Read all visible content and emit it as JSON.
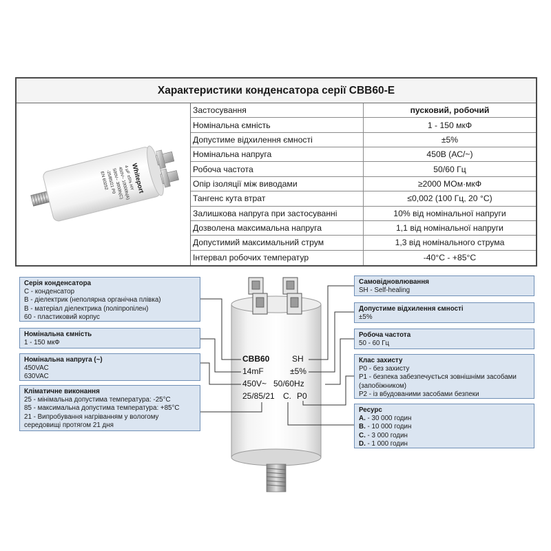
{
  "title": "Характеристики конденсатора серії CBB60-E",
  "photo": {
    "brand": "Whiteport",
    "printed_lines": [
      "4 μF ±5% HY",
      "450V~ 10000h(A)",
      "500V~ 3000h(C)",
      "-25/85/21 P0"
    ],
    "standard": "EN 60252"
  },
  "specs": [
    {
      "label": "Застосування",
      "value": "пусковий, робочий",
      "bold": true
    },
    {
      "label": "Номінальна ємність",
      "value": "1 - 150 мкФ"
    },
    {
      "label": "Допустиме відхилення ємності",
      "value": "±5%"
    },
    {
      "label": "Номінальна напруга",
      "value": "450В (АС/~)"
    },
    {
      "label": "Робоча частота",
      "value": "50/60 Гц"
    },
    {
      "label": "Опір ізоляції між виводами",
      "value": "≥2000 МОм·мкФ"
    },
    {
      "label": "Тангенс кута втрат",
      "value": "≤0,002 (100 Гц, 20 °С)"
    },
    {
      "label": "Залишкова напруга при застосуванні",
      "value": "10% від номінальної напруги"
    },
    {
      "label": "Дозволена максимальна напруга",
      "value": "1,1 від номінальної напруги"
    },
    {
      "label": "Допустимий максимальний струм",
      "value": "1,3 від номінального струма"
    },
    {
      "label": "Інтервал робочих температур",
      "value": "-40°С - +85°С"
    }
  ],
  "capacitor_marking": {
    "model": "CBB60",
    "sh": "SH",
    "capacitance": "14mF",
    "tolerance": "±5%",
    "voltage": "450V~",
    "frequency": "50/60Hz",
    "climate": "25/85/21",
    "resource": "C.",
    "protection": "P0"
  },
  "boxes": {
    "series": {
      "title": "Серія конденсатора",
      "lines": [
        "С - конденсатор",
        "В - діелектрик (неполярна органічна плівка)",
        "В - матеріал діелектрика (поліпропілен)",
        "60 - пластиковий корпус"
      ]
    },
    "capacitance": {
      "title": "Номінальна ємність",
      "lines": [
        "1 - 150 мкФ"
      ]
    },
    "voltage": {
      "title": "Номінальна напруга (~)",
      "lines": [
        "450VAC",
        "630VAC"
      ]
    },
    "climate": {
      "title": "Кліматичне виконання",
      "lines": [
        "25 - мінімальна допустима температура: -25°С",
        "85 - максимальна допустима температура: +85°С",
        "21 - Випробування нагріванням у вологому",
        "середовищі протягом 21 дня"
      ]
    },
    "self_healing": {
      "title": "Самовідновлювання",
      "lines": [
        "SH - Self-healing"
      ]
    },
    "tolerance": {
      "title": "Допустиме відхилення ємності",
      "lines": [
        "±5%"
      ]
    },
    "frequency": {
      "title": "Робоча частота",
      "lines": [
        "50 - 60 Гц"
      ]
    },
    "protection": {
      "title": "Клас захисту",
      "lines": [
        "Р0 - без захисту",
        "Р1 - безпека забезпечується зовнішніми засобами",
        "(запобіжником)",
        "Р2 - із вбудованими засобами безпеки"
      ]
    },
    "resource": {
      "title": "Ресурс",
      "items": [
        {
          "key": "A.",
          "text": " - 30 000 годин"
        },
        {
          "key": "B.",
          "text": " - 10 000 годин"
        },
        {
          "key": "C.",
          "text": " - 3 000 годин"
        },
        {
          "key": "D.",
          "text": " - 1 000 годин"
        }
      ]
    }
  }
}
